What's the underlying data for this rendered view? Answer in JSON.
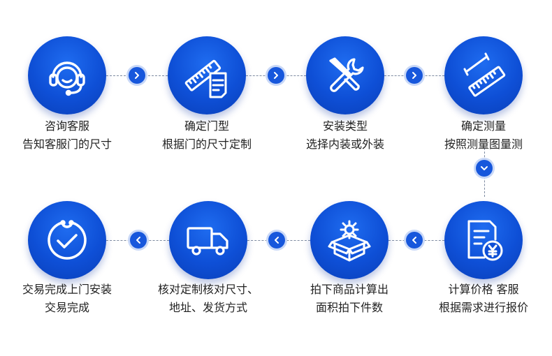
{
  "steps": [
    {
      "title": "咨询客服",
      "desc": "告知客服门的尺寸",
      "icon": "headset-icon"
    },
    {
      "title": "确定门型",
      "desc": "根据门的尺寸定制",
      "icon": "ruler-document-icon"
    },
    {
      "title": "安装类型",
      "desc": "选择内装或外装",
      "icon": "tools-icon"
    },
    {
      "title": "确定测量",
      "desc": "按照测量图量测",
      "icon": "measure-ruler-icon"
    },
    {
      "title": "计算价格 客服",
      "desc": "根据需求进行报价",
      "icon": "invoice-yen-icon"
    },
    {
      "title": "拍下商品计算出",
      "desc": "面积拍下件数",
      "icon": "package-gear-icon"
    },
    {
      "title": "核对定制核对尺寸、",
      "desc": "地址、发货方式",
      "icon": "delivery-truck-icon"
    },
    {
      "title": "交易完成上门安装",
      "desc": "交易完成",
      "icon": "check-circle-icon"
    }
  ],
  "colors": {
    "primary": "#0e4fd6",
    "arrow": "#1757dc",
    "text": "#222222"
  }
}
